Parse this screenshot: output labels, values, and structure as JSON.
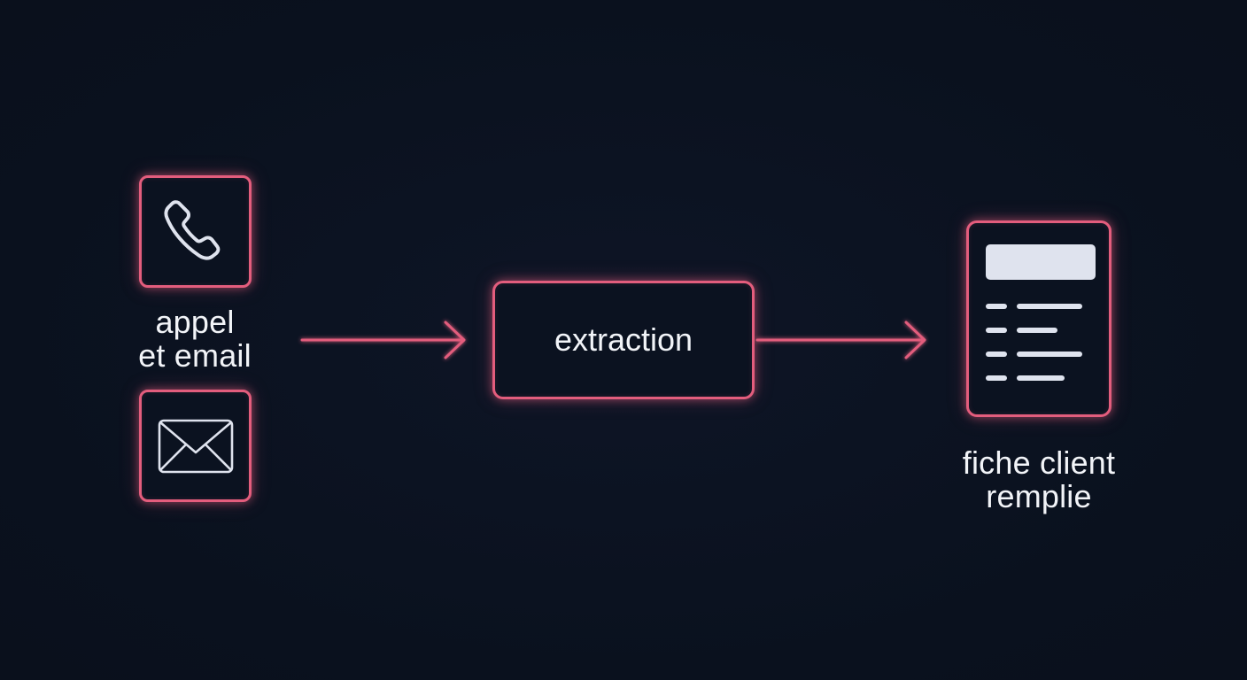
{
  "diagram": {
    "input": {
      "label_line1": "appel",
      "label_line2": "et email",
      "icons": [
        "phone-icon",
        "mail-icon"
      ]
    },
    "process": {
      "label": "extraction"
    },
    "output": {
      "label_line1": "fiche client",
      "label_line2": "remplie",
      "icon": "document-form-icon"
    },
    "colors": {
      "background": "#0b1220",
      "accent": "#e35d7d",
      "text": "#f2f4f8",
      "icon_stroke": "#dfe3ee"
    }
  }
}
